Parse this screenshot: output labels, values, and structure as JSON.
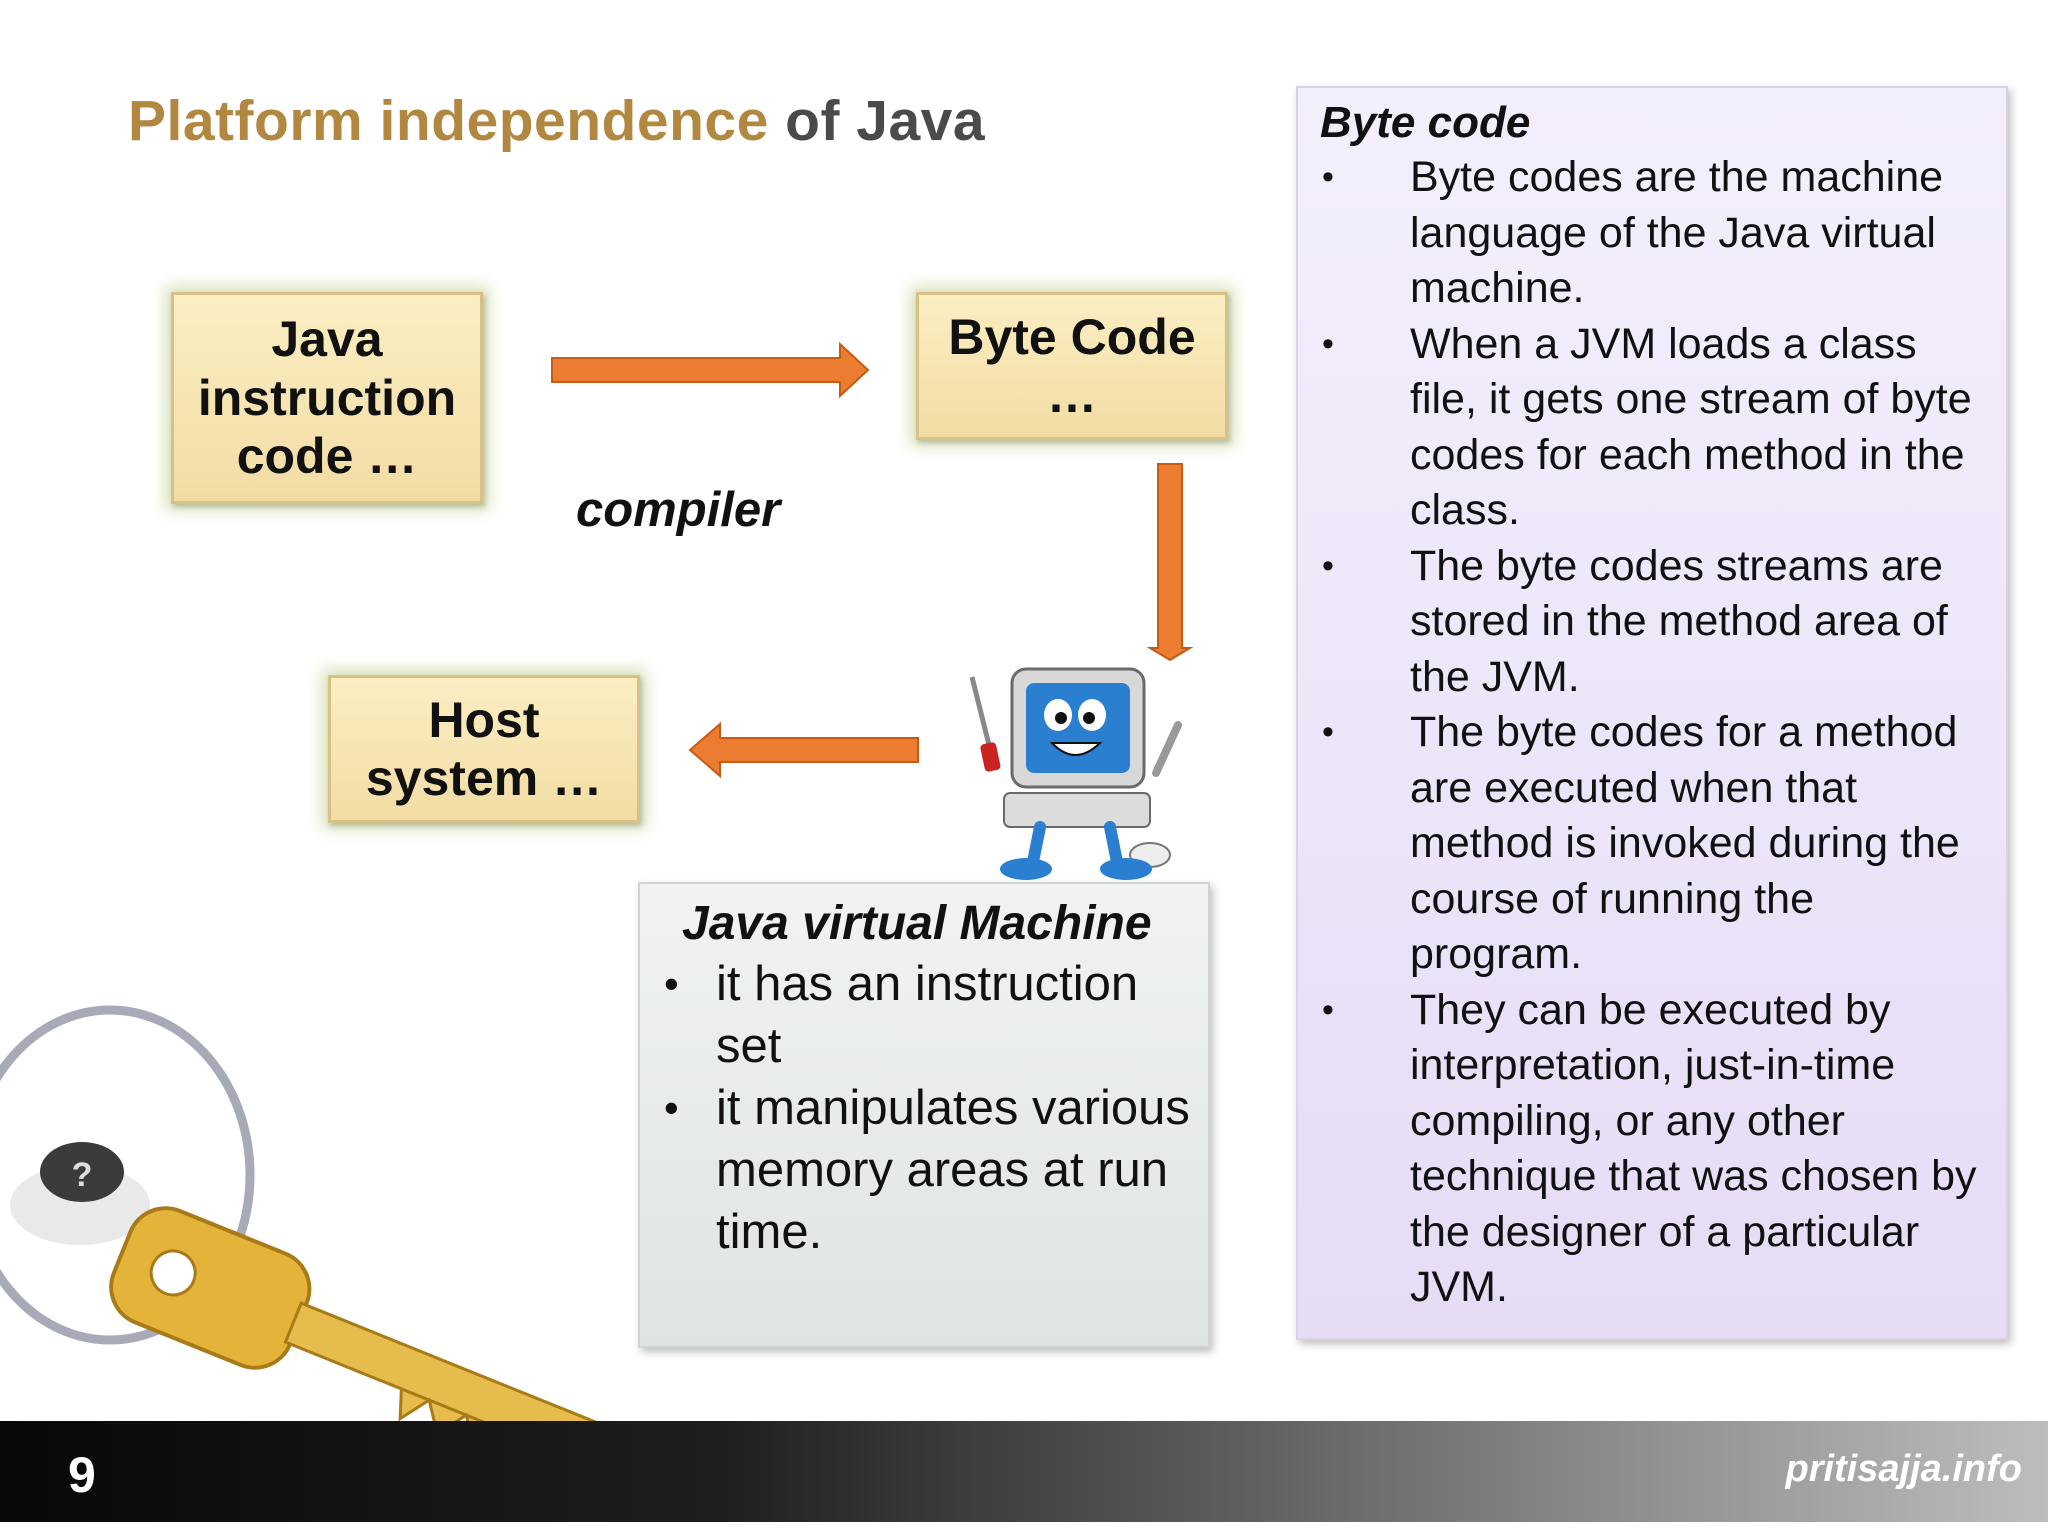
{
  "title": {
    "part1": "Platform independence",
    "part2": "of Java"
  },
  "diagram": {
    "java_box": "Java\ninstruction\ncode …",
    "byte_box": "Byte Code\n…",
    "host_box": "Host\nsystem  …",
    "compiler_label": "compiler",
    "arrow_color": "#e8762c",
    "box_color": "#f6e3b0"
  },
  "jvm": {
    "title": "Java virtual Machine",
    "bullets": [
      "it has an instruction set",
      "it manipulates various memory areas at run time."
    ]
  },
  "bytecode_panel": {
    "title": "Byte code",
    "bullets": [
      "Byte codes are the machine language of the Java virtual machine.",
      "When a JVM loads a class file, it gets one stream of byte codes for each method in the class.",
      "The byte codes streams are stored in the method area of the JVM.",
      "The byte codes for a method are executed when that method is invoked during the course of running the program.",
      "They can be executed by interpretation, just-in-time compiling, or any other technique that was chosen by the designer of a particular JVM."
    ],
    "panel_color": "#ebe2f8"
  },
  "footer": {
    "slide_number": "9",
    "site": "pritisajja.info"
  },
  "images": {
    "mascot": "computer-mascot",
    "key_illustration": "key-and-coffee"
  }
}
